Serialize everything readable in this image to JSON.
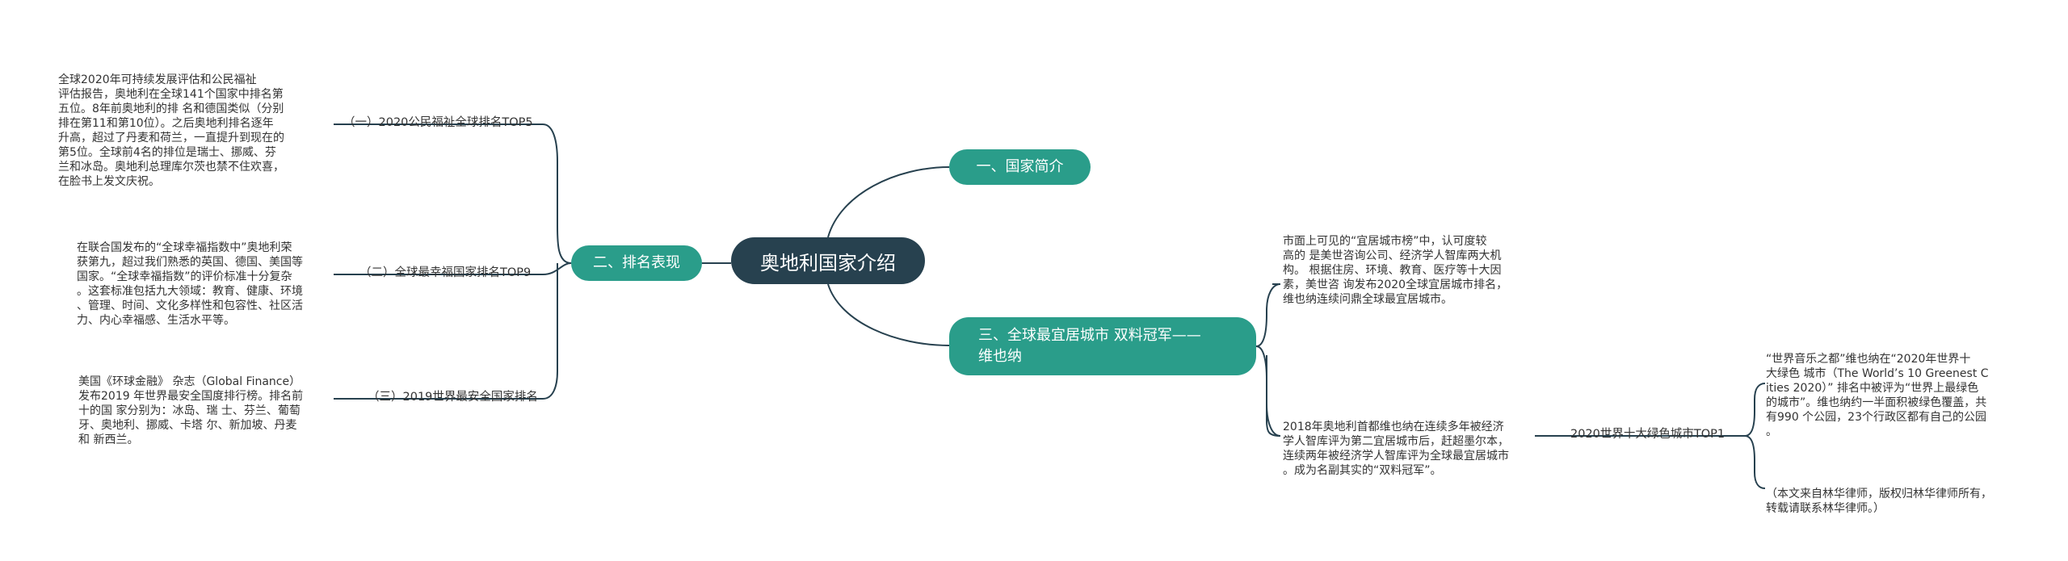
{
  "root": {
    "label": "奥地利国家介绍"
  },
  "branches": {
    "intro": {
      "label": "一、国家简介"
    },
    "ranking": {
      "label": "二、排名表现"
    },
    "city": {
      "label": "三、全球最宜居城市 双料冠军——\n维也纳"
    }
  },
  "ranking": {
    "sub1": {
      "label": "（一）2020公民福祉全球排名TOP5",
      "text": "全球2020年可持续发展评估和公民福祉\n评估报告，奥地利在全球141个国家中排名第\n五位。8年前奥地利的排 名和德国类似（分别\n排在第11和第10位）。之后奥地利排名逐年\n升高，超过了丹麦和荷兰，一直提升到现在的\n第5位。全球前4名的排位是瑞士、挪威、芬\n兰和冰岛。奥地利总理库尔茨也禁不住欢喜，\n在脸书上发文庆祝。"
    },
    "sub2": {
      "label": "（二）全球最幸福国家排名TOP9",
      "text": "在联合国发布的“全球幸福指数中”奥地利荣\n获第九，超过我们熟悉的英国、德国、美国等\n国家。“全球幸福指数”的评价标准十分复杂\n。这套标准包括九大领域：教育、健康、环境\n、管理、时间、文化多样性和包容性、社区活\n力、内心幸福感、生活水平等。"
    },
    "sub3": {
      "label": "（三）2019世界最安全国家排名",
      "text": "美国《环球金融》 杂志（Global Finance）\n发布2019 年世界最安全国度排行榜。排名前\n十的国 家分别为：冰岛、瑞 士、芬兰、葡萄\n牙、奥地利、挪威、卡塔 尔、新加坡、丹麦\n和 新西兰。"
    }
  },
  "city": {
    "note1": "市面上可见的“宜居城市榜”中，认可度较\n高的 是美世咨询公司、经济学人智库两大机\n构。 根据住房、环境、教育、医疗等十大因\n素，美世咨 询发布2020全球宜居城市排名，\n维也纳连续问鼎全球最宜居城市。",
    "note2": "2018年奥地利首都维也纳在连续多年被经济\n学人智库评为第二宜居城市后，赶超墨尔本，\n连续两年被经济学人智库评为全球最宜居城市\n。成为名副其实的“双料冠军”。",
    "green_label": "2020世界十大绿色城市TOP1",
    "green_text": "“世界音乐之都”维也纳在“2020年世界十\n大绿色 城市（The World’s 10 Greenest C\nities 2020）” 排名中被评为“世界上最绿色\n的城市”。维也纳约一半面积被绿色覆盖，共\n有990 个公园，23个行政区都有自己的公园\n。",
    "copyright": "（本文来自林华律师，版权归林华律师所有，\n转载请联系林华律师。）"
  },
  "colors": {
    "root": "#27414f",
    "branch": "#2a9d8a",
    "line": "#27414f"
  }
}
